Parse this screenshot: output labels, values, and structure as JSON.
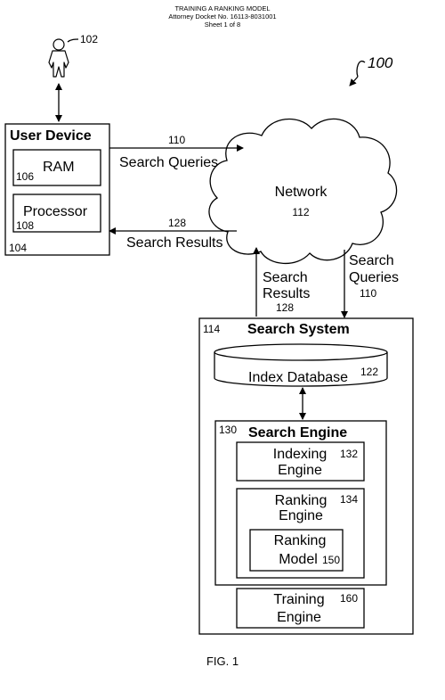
{
  "header": {
    "title": "TRAINING A RANKING MODEL",
    "docket": "Attorney Docket No. 16113-8031001",
    "sheet": "Sheet 1 of 8"
  },
  "figure_ref": "100",
  "user": {
    "ref": "102"
  },
  "user_device": {
    "title": "User Device",
    "ref": "104",
    "ram_label": "RAM",
    "ram_ref": "106",
    "processor_label": "Processor",
    "processor_ref": "108"
  },
  "network": {
    "label": "Network",
    "ref": "112"
  },
  "flows": {
    "queries_to_network": {
      "label": "Search Queries",
      "ref": "110"
    },
    "results_to_device": {
      "label": "Search Results",
      "ref": "128"
    },
    "results_from_system": {
      "label_1": "Search",
      "label_2": "Results",
      "ref": "128"
    },
    "queries_to_system": {
      "label_1": "Search",
      "label_2": "Queries",
      "ref": "110"
    }
  },
  "search_system": {
    "title": "Search System",
    "ref": "114",
    "index_db": {
      "label": "Index Database",
      "ref": "122"
    },
    "search_engine": {
      "title": "Search Engine",
      "ref": "130",
      "indexing": {
        "label_1": "Indexing",
        "label_2": "Engine",
        "ref": "132"
      },
      "ranking": {
        "label_1": "Ranking",
        "label_2": "Engine",
        "ref": "134"
      },
      "ranking_model": {
        "label_1": "Ranking",
        "label_2": "Model",
        "ref": "150"
      }
    },
    "training": {
      "label_1": "Training",
      "label_2": "Engine",
      "ref": "160"
    }
  },
  "caption": "FIG. 1"
}
